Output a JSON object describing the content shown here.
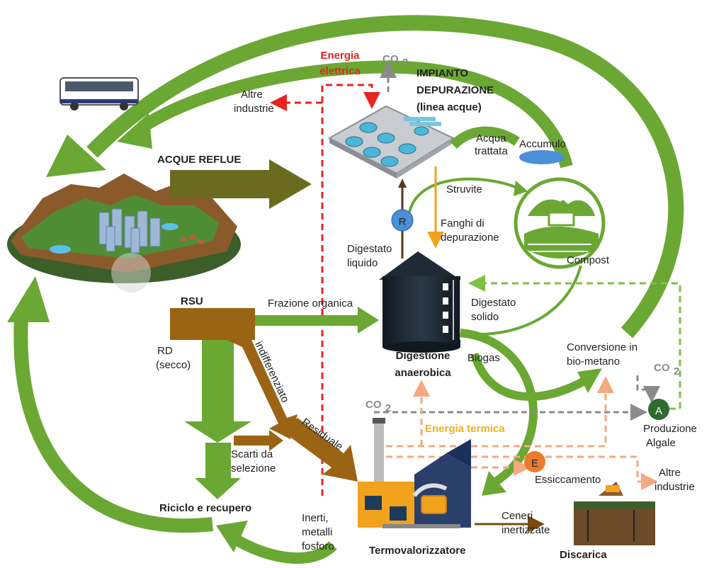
{
  "labels": {
    "energia_elettrica_1": "Energia",
    "energia_elettrica_2": "elettrica",
    "co2": "CO",
    "co2_sub": "2",
    "impianto_1": "IMPIANTO",
    "impianto_2": "DEPURAZIONE",
    "impianto_3": "(linea acque)",
    "altre_industrie_top_1": "Altre",
    "altre_industrie_top_2": "industrie",
    "acque_reflue": "ACQUE REFLUE",
    "acqua_trattata_1": "Acqua",
    "acqua_trattata_2": "trattata",
    "accumulo": "Accumulo",
    "struvite": "Struvite",
    "r_node": "R",
    "fanghi_1": "Fanghi di",
    "fanghi_2": "depurazione",
    "digestato_liquido_1": "Digestato",
    "digestato_liquido_2": "liquido",
    "compost": "Compost",
    "rsu": "RSU",
    "frazione_organica": "Frazione organica",
    "digestato_solido_1": "Digestato",
    "digestato_solido_2": "solido",
    "digestione_1": "Digestione",
    "digestione_2": "anaerobica",
    "biogas": "Biogas",
    "conversione_1": "Conversione in",
    "conversione_2": "bio-metano",
    "rd_1": "RD",
    "rd_2": "(secco)",
    "indifferenziato": "indifferenziato",
    "residuale": "Residuale",
    "energia_termica": "Energia termica",
    "a_node": "A",
    "produzione_1": "Produzione",
    "produzione_2": "Algale",
    "scarti_1": "Scarti da",
    "scarti_2": "selezione",
    "e_node": "E",
    "essiccamento": "Essiccamento",
    "altre_industrie_bot_1": "Altre",
    "altre_industrie_bot_2": "industrie",
    "riciclo": "Riciclo e recupero",
    "inerti_1": "Inerti,",
    "inerti_2": "metalli",
    "inerti_3": "fosforo",
    "ceneri_1": "Ceneri",
    "ceneri_2": "inertizzate",
    "termovalorizzatore": "Termovalorizzatore",
    "discarica": "Discarica"
  },
  "colors": {
    "green_flow": "#6aa833",
    "dark_olive": "#6b6b1f",
    "brown": "#9a6414",
    "electric_red": "#e8231f",
    "thermal_orange": "#f4a97e",
    "thermal_text": "#f2b11c",
    "gray_co2": "#8a8a8a",
    "dashed_green": "#7ec043",
    "node_blue": "#4a90d9",
    "node_green": "#2f6b2f",
    "node_orange": "#ea7d2d",
    "digester": "#1e2a36"
  }
}
